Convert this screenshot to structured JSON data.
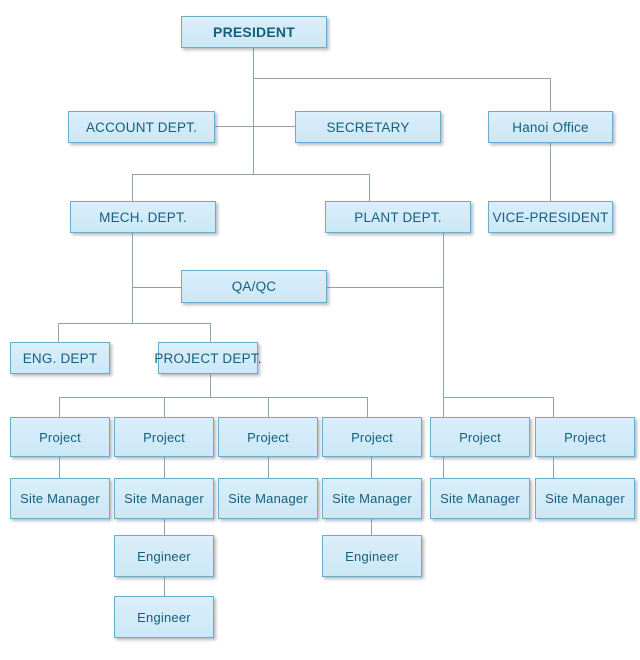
{
  "diagram": {
    "type": "org-chart",
    "nodes": {
      "president": "PRESIDENT",
      "account_dept": "ACCOUNT DEPT.",
      "secretary": "SECRETARY",
      "hanoi_office": "Hanoi Office",
      "mech_dept": "MECH. DEPT.",
      "plant_dept": "PLANT DEPT.",
      "vice_president": "VICE-PRESIDENT",
      "qa_qc": "QA/QC",
      "eng_dept": "ENG. DEPT",
      "project_dept": "PROJECT DEPT.",
      "project_1": "Project",
      "project_2": "Project",
      "project_3": "Project",
      "project_4": "Project",
      "project_5": "Project",
      "project_6": "Project",
      "site_manager_1": "Site Manager",
      "site_manager_2": "Site Manager",
      "site_manager_3": "Site Manager",
      "site_manager_4": "Site Manager",
      "site_manager_5": "Site Manager",
      "site_manager_6": "Site Manager",
      "engineer_1": "Engineer",
      "engineer_2": "Engineer",
      "engineer_3": "Engineer"
    },
    "relations": [
      "president > account_dept",
      "president > secretary",
      "president > hanoi_office",
      "president > mech_dept",
      "president > plant_dept",
      "hanoi_office > vice_president",
      "mech_dept > qa_qc",
      "plant_dept > qa_qc",
      "mech_dept > eng_dept",
      "mech_dept > project_dept",
      "project_dept > project_1",
      "project_dept > project_2",
      "project_dept > project_3",
      "project_dept > project_4",
      "plant_dept > project_5",
      "plant_dept > project_6",
      "project_1 > site_manager_1",
      "project_2 > site_manager_2",
      "project_3 > site_manager_3",
      "project_4 > site_manager_4",
      "project_5 > site_manager_5",
      "project_6 > site_manager_6",
      "site_manager_2 > engineer_1",
      "engineer_1 > engineer_2",
      "site_manager_4 > engineer_3"
    ]
  },
  "colors": {
    "box_fill_top": "#daeffa",
    "box_fill_bottom": "#cbe7f5",
    "box_border": "#6cacc8",
    "text": "#155f7e",
    "line": "#8ca4af",
    "shadow": "rgba(90,105,115,0.45)",
    "background": "#ffffff"
  }
}
